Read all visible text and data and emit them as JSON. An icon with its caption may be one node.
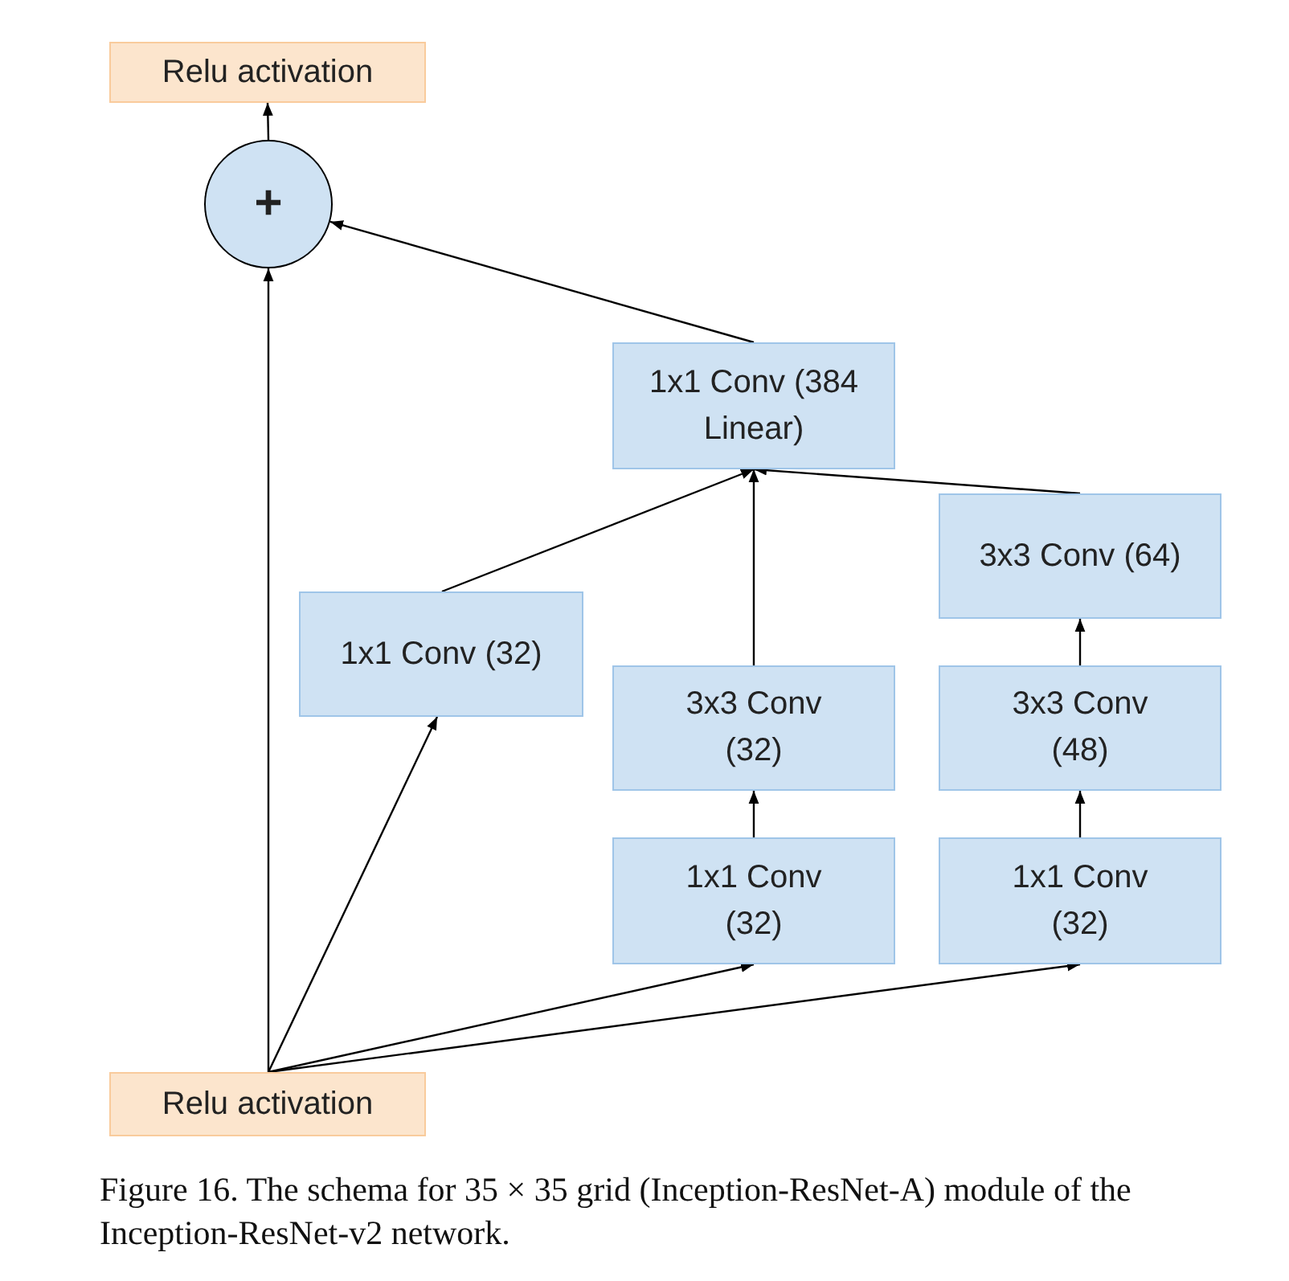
{
  "diagram": {
    "caption": "Figure 16. The schema for 35 × 35 grid (Inception-ResNet-A) module of the Inception-ResNet-v2 network.",
    "nodes": [
      {
        "text": [
          "Relu activation"
        ]
      },
      {
        "text": [
          "+"
        ]
      },
      {
        "text": [
          "1x1 Conv (384 Linear)"
        ]
      },
      {
        "text": [
          "3x3 Conv (64)"
        ]
      },
      {
        "text": [
          "1x1 Conv (32)"
        ]
      },
      {
        "text": [
          "3x3 Conv (32)"
        ]
      },
      {
        "text": [
          "3x3 Conv (48)"
        ]
      },
      {
        "text": [
          "1x1 Conv (32)"
        ]
      },
      {
        "text": [
          "1x1 Conv (32)"
        ]
      },
      {
        "text": [
          "Relu activation"
        ]
      }
    ],
    "edges": [
      {
        "from": 9,
        "to": 1,
        "arrow": "to"
      },
      {
        "from": 9,
        "to": 4,
        "arrow": "to"
      },
      {
        "from": 9,
        "to": 7,
        "arrow": "to"
      },
      {
        "from": 9,
        "to": 8,
        "arrow": "to"
      },
      {
        "from": 7,
        "to": 5,
        "arrow": "to"
      },
      {
        "from": 8,
        "to": 6,
        "arrow": "to"
      },
      {
        "from": 6,
        "to": 3,
        "arrow": "to"
      },
      {
        "from": 5,
        "to": 2,
        "arrow": "to"
      },
      {
        "from": 4,
        "to": 2,
        "arrow": "to"
      },
      {
        "from": 3,
        "to": 2,
        "arrow": "to"
      },
      {
        "from": 2,
        "to": 1,
        "arrow": "to"
      },
      {
        "from": 1,
        "to": 0,
        "arrow": "to"
      }
    ]
  }
}
